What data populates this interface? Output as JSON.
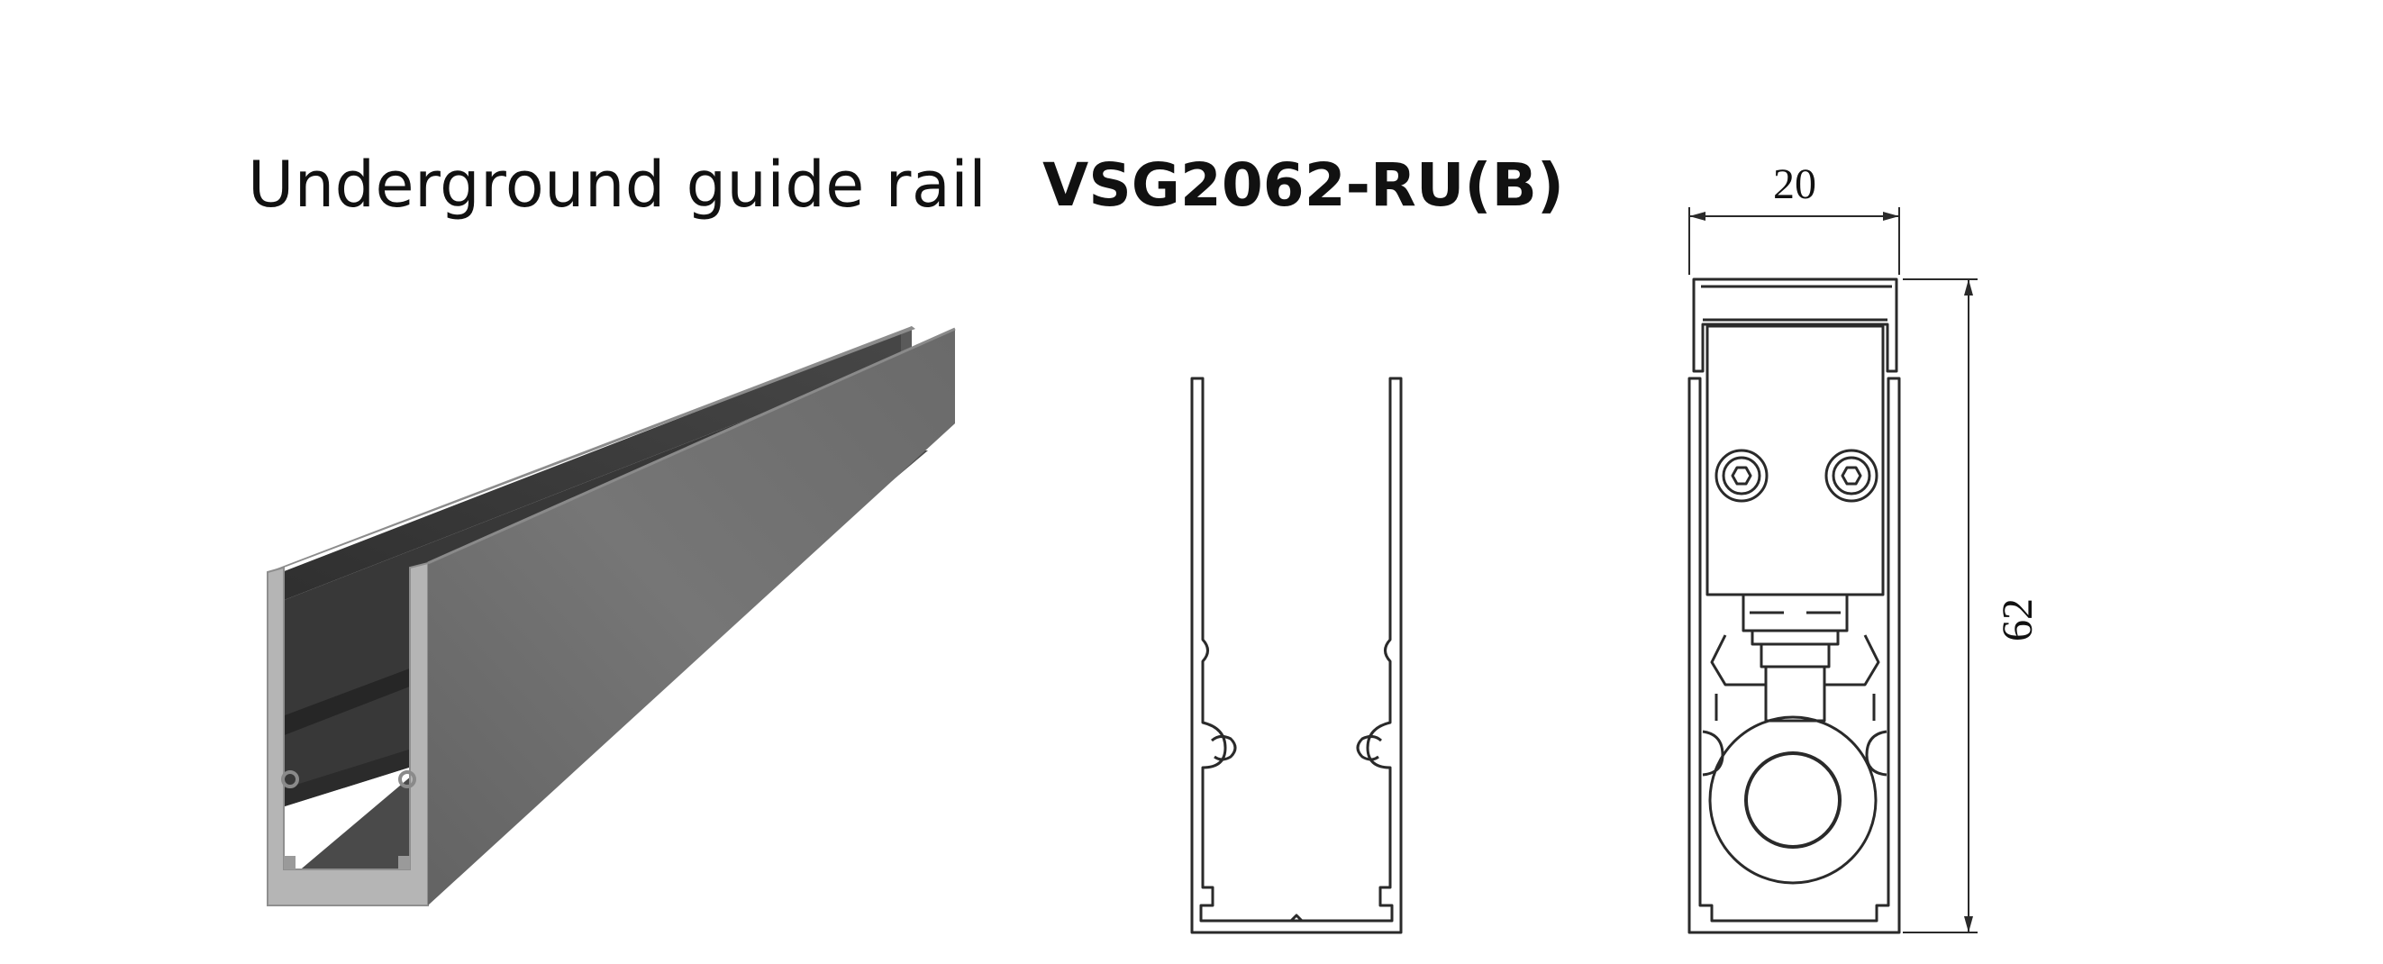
{
  "title": {
    "name": "Underground guide rail",
    "model": "VSG2062-RU(B)"
  },
  "dimensions": {
    "width": "20",
    "height": "62"
  },
  "colors": {
    "line": "#2a2a2a",
    "rail_front": "#6e6e6e",
    "rail_inner": "#3c3c3c",
    "rail_end": "#b6b6b6"
  }
}
